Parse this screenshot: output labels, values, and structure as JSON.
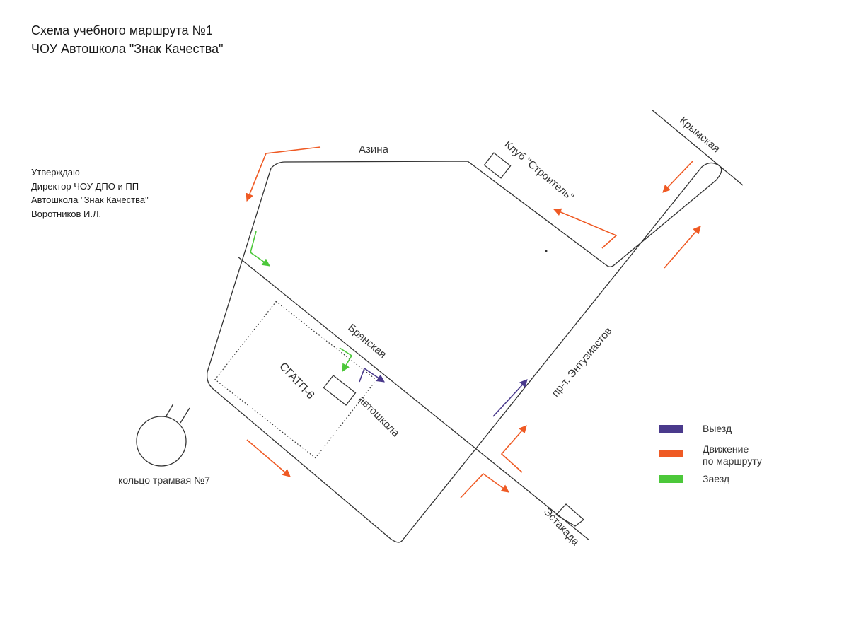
{
  "header": {
    "title_line1": "Схема учебного маршрута №1",
    "title_line2": "ЧОУ Автошкола \"Знак Качества\""
  },
  "approval": {
    "line1": "Утверждаю",
    "line2": "Директор ЧОУ ДПО и ПП",
    "line3": "Автошкола \"Знак Качества\"",
    "line4": "Воротников И.Л."
  },
  "streets": {
    "azina": "Азина",
    "krymskaya": "Крымская",
    "bryanskaya": "Брянская",
    "entuziastov": "пр-т. Энтузиастов",
    "estakada": "Эстакада"
  },
  "places": {
    "club": "Клуб \"Строитель\"",
    "sgatp": "СГАТП-6",
    "autoschool": "автошкола",
    "tram_ring": "кольцо трамвая №7"
  },
  "legend": {
    "exit_label": "Выезд",
    "route_label_line1": "Движение",
    "route_label_line2": "по маршруту",
    "entry_label": "Заезд"
  },
  "colors": {
    "exit": "#4a3a8c",
    "route": "#ef5a24",
    "entry": "#4cc83a",
    "road": "#333333"
  }
}
